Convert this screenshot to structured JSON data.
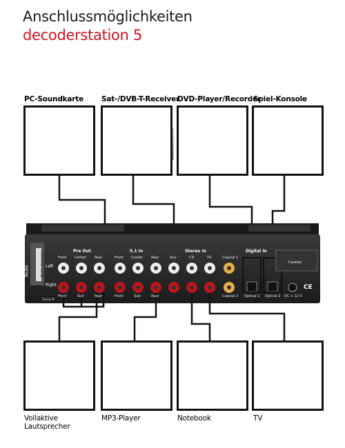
{
  "header": {
    "title": "Anschlussmöglichkeiten",
    "subtitle": "decoderstation 5"
  },
  "devices_top": [
    {
      "label": "PC-Soundkarte"
    },
    {
      "label": "Sat-/DVB-T-Receiver"
    },
    {
      "label": "DVD-Player/Recorder"
    },
    {
      "label": "Spiel-Konsole"
    }
  ],
  "devices_bottom": [
    {
      "label": "Vollaktive",
      "label2": "Lautsprecher"
    },
    {
      "label": "MP3-Player"
    },
    {
      "label": "Notebook"
    },
    {
      "label": "TV"
    }
  ],
  "panel": {
    "brand": "Teufel",
    "series": "Serie B",
    "city": "Berlin Germany",
    "left": "Left",
    "right": "Right",
    "pre_out": "Pre Out",
    "sub_in": "5.1 In",
    "stereo_in": "Stereo In",
    "digital_in": "Digital In",
    "top_jacks": [
      "Front",
      "Center",
      "Rear",
      "Front",
      "Center",
      "Rear",
      "Aux",
      "CD",
      "TV",
      "Coaxial 1"
    ],
    "bottom_jacks": [
      "Front",
      "Sub",
      "Rear",
      "Front",
      "Sub",
      "Rear",
      "Coaxial 2",
      "Optical 1",
      "Optical 2",
      "DC + 12 V"
    ],
    "caution": "Caution",
    "ce": "CE"
  },
  "colors": {
    "accent": "#d0101a",
    "panel": "#2a2a2a",
    "line": "#111111"
  }
}
